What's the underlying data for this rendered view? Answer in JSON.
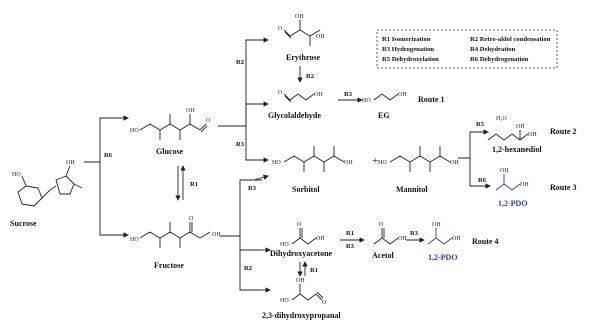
{
  "colors": {
    "ink": "#222222",
    "accent_blue": "#2e3bb0"
  },
  "legend": {
    "r1": "R1 Isomerization",
    "r2": "R2 Retro-aldol condensation",
    "r3": "R3 Hydrogenation",
    "r4": "R4 Dehydration",
    "r5": "R5 Dehydroxylation",
    "r6": "R6 Dehydrogenation"
  },
  "compounds": {
    "sucrose": "Sucrose",
    "glucose": "Glucose",
    "fructose": "Fructose",
    "erythrose": "Erythrose",
    "glycolaldehyde": "Glycolaldehyde",
    "eg": "EG",
    "sorbitol": "Sorbitol",
    "mannitol": "Mannitol",
    "hexanediol": "1,2-hexanediol",
    "pdo_a": "1,2-PDO",
    "dha": "Dihydroxyacetone",
    "dhp": "2,3-dihydroxypropanal",
    "acetol": "Acetol",
    "pdo_b": "1,2-PDO"
  },
  "routes": {
    "r1": "Route 1",
    "r2": "Route 2",
    "r3": "Route 3",
    "r4": "Route 4"
  },
  "arrows": {
    "suc_r6": "R6",
    "gf_r1": "R1",
    "glu_r2": "R2",
    "glu_r3": "R3",
    "ery_r2": "R2",
    "gly_r3": "R3",
    "hex_r5": "R5",
    "pdo_r6": "R6",
    "fru_r3": "R3",
    "fru_r2": "R2",
    "dha_r1a": "R1",
    "dha_r3": "R3",
    "dhp_r1": "R1",
    "ace_r3": "R3"
  },
  "atoms": {
    "ho": "HO",
    "oh": "OH",
    "o": "O",
    "h2o": "H₂O",
    "plus": "+"
  }
}
